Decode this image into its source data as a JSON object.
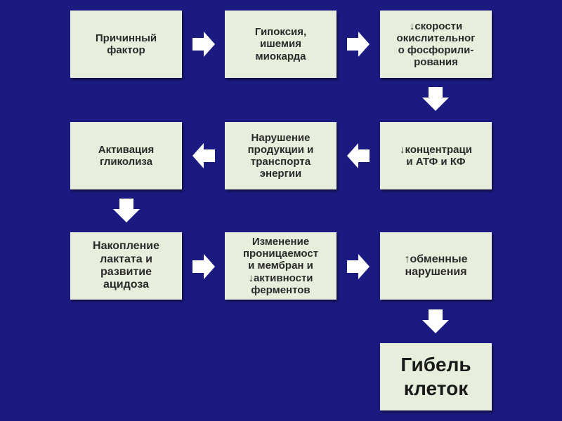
{
  "nodes": {
    "cause": "Причинный\nфактор",
    "hypoxia": "Гипоксия,\nишемия\nмиокарда",
    "oxphos": "↓скорости\nокислительног\nо фосфорили-\nрования",
    "atp": "↓концентраци\nи АТФ и КФ",
    "energy": "Нарушение\nпродукции и\nтранспорта\nэнергии",
    "glycolysis": "Активация\nгликолиза",
    "lactate": "Накопление\nлактата  и\nразвитие\nацидоза",
    "permeability": "Изменение\nпроницаемост\nи мембран и\n↓активности\nферментов",
    "metabolic": "↑обменные\nнарушения",
    "death": "Гибель\nклеток"
  },
  "colors": {
    "background": "#1b1a80",
    "box": "#e8eedc",
    "arrow": "#ffffff"
  },
  "arrow_icon": "block-arrow-icon"
}
